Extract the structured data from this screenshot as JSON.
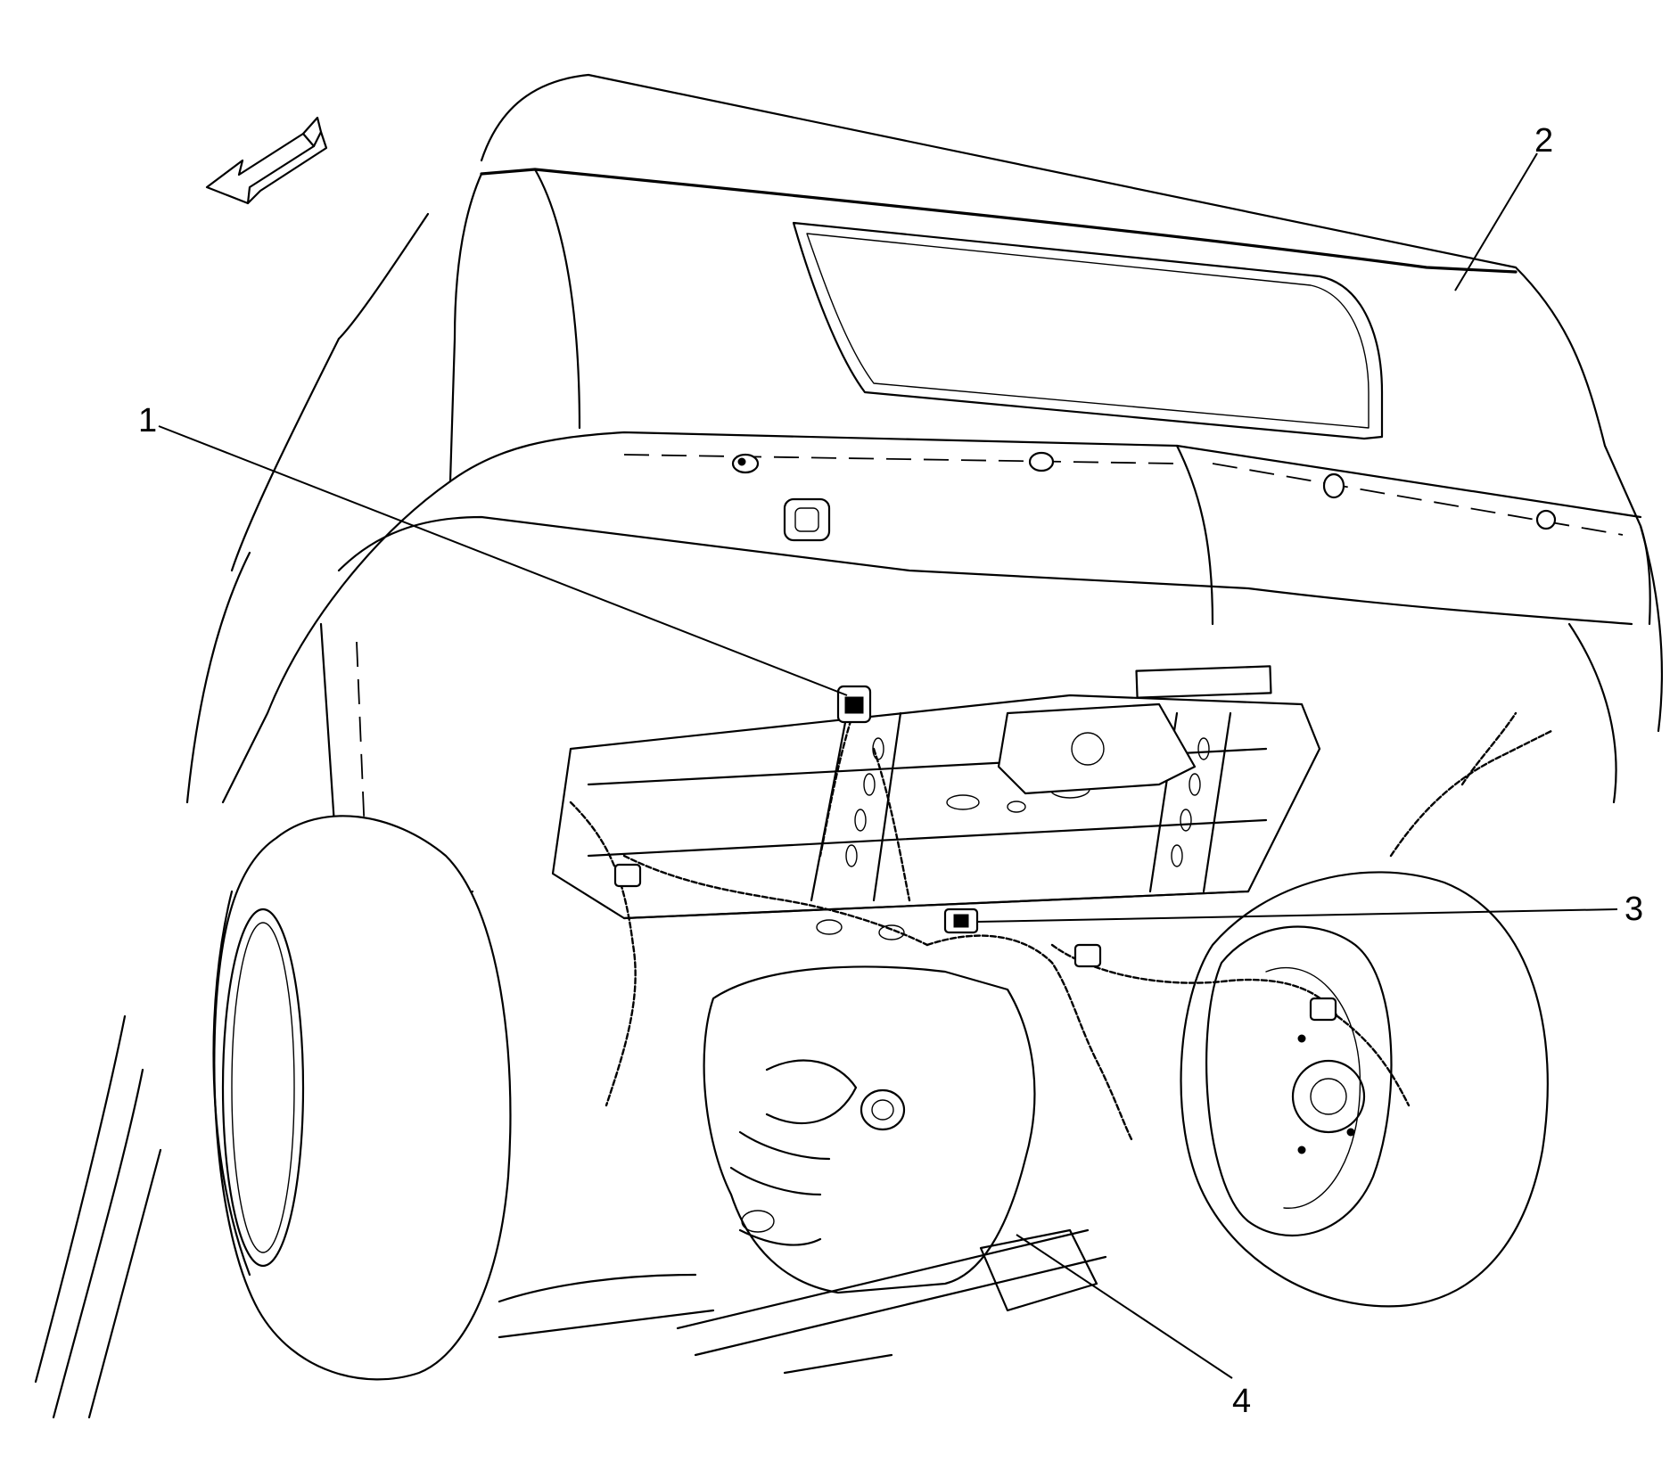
{
  "callouts": [
    {
      "id": "1",
      "label": "1"
    },
    {
      "id": "2",
      "label": "2"
    },
    {
      "id": "3",
      "label": "3"
    },
    {
      "id": "4",
      "label": "4"
    }
  ],
  "icons": {
    "orientation_arrow": "arrow-front-icon"
  },
  "colors": {
    "line": "#000000",
    "background": "#ffffff"
  }
}
